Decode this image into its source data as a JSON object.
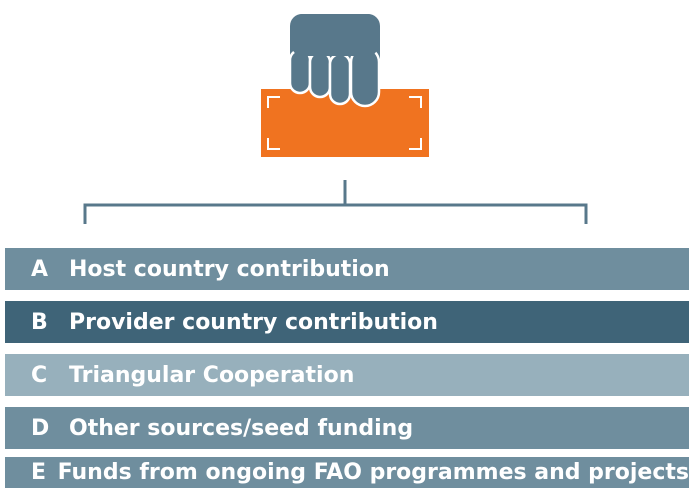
{
  "items": [
    {
      "letter": "A",
      "label": "Host country contribution"
    },
    {
      "letter": "B",
      "label": "Provider country contribution"
    },
    {
      "letter": "C",
      "label": "Triangular Cooperation"
    },
    {
      "letter": "D",
      "label": "Other sources/seed funding"
    },
    {
      "letter": "E",
      "label": "Funds from ongoing FAO programmes and projects"
    }
  ],
  "colors": {
    "hand": "#58788b",
    "box": "#f07320",
    "connector": "#58788b",
    "bar_a": "#6f8e9e",
    "bar_b": "#3f6478",
    "bar_c": "#97b0bc",
    "bar_d": "#6f8e9e",
    "bar_e": "#6f8e9e"
  },
  "icons": {
    "hand": "hand-holding-box-icon",
    "box": "orange-box-icon"
  }
}
